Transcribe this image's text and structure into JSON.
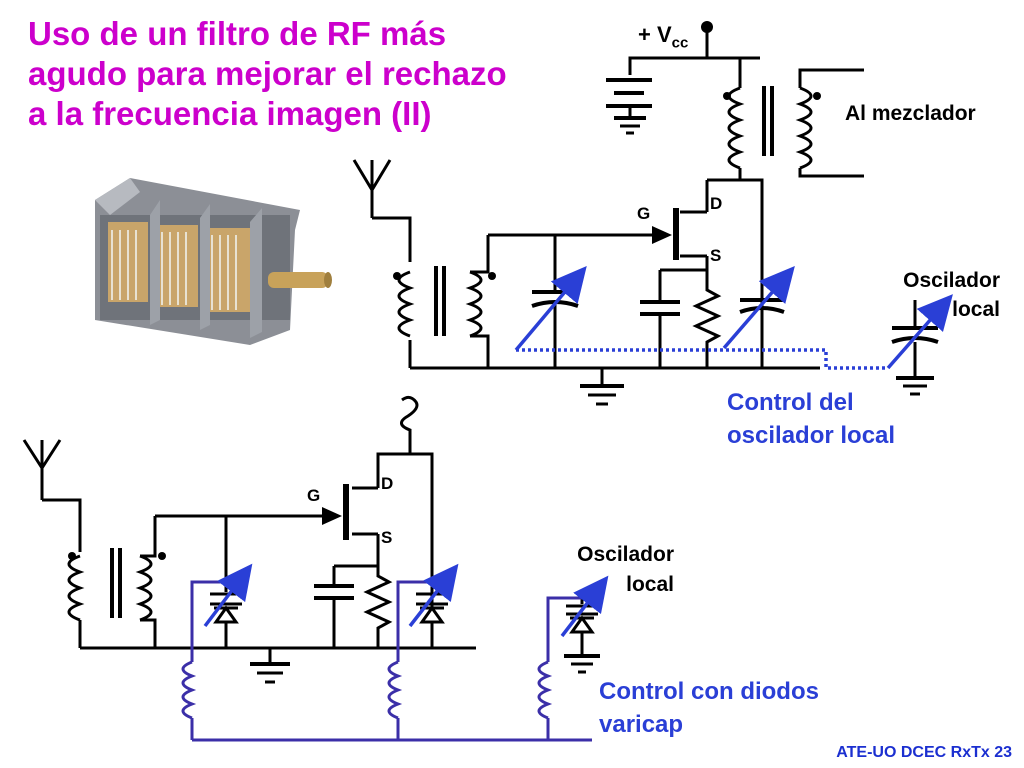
{
  "title": {
    "line1": "Uso de un filtro de RF más",
    "line2": "agudo para mejorar el rechazo",
    "line3": "a la frecuencia imagen (II)"
  },
  "labels": {
    "vcc_plus": "+ V",
    "vcc_sub": "cc",
    "mixer": "Al mezclador",
    "gate": "G",
    "drain": "D",
    "source": "S",
    "oscillator_line1": "Oscilador",
    "oscillator_line2": "local"
  },
  "captions": {
    "lo_control_line1": "Control del",
    "lo_control_line2": "oscilador local",
    "varicap_control_line1": "Control con diodos",
    "varicap_control_line2": "varicap"
  },
  "footer": "ATE-UO DCEC RxTx 23",
  "colors": {
    "title": "#cc00cc",
    "control": "#2a3fd6",
    "varicap_bus": "#3b2fa8",
    "wire": "#000000"
  },
  "photo": {
    "subject": "variable-capacitor-gang-photo"
  }
}
